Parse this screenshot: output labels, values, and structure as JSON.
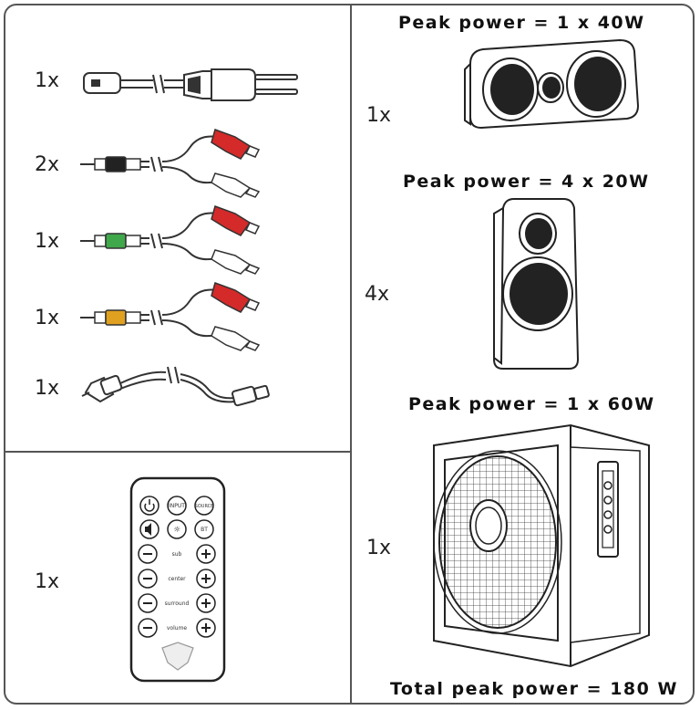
{
  "left_items": [
    {
      "qty": "1x",
      "name": "power-cable"
    },
    {
      "qty": "2x",
      "name": "rca-cable-black"
    },
    {
      "qty": "1x",
      "name": "rca-cable-green"
    },
    {
      "qty": "1x",
      "name": "rca-cable-yellow"
    },
    {
      "qty": "1x",
      "name": "optical-cable"
    }
  ],
  "remote": {
    "qty": "1x",
    "buttons": {
      "input": "INPUT",
      "source": "SOURCE",
      "bt": "BT",
      "sub": "sub",
      "center": "center",
      "surround": "surround",
      "volume": "volume"
    }
  },
  "right_items": [
    {
      "title": "Peak power = 1 x 40W",
      "qty": "1x"
    },
    {
      "title": "Peak power = 4 x 20W",
      "qty": "4x"
    },
    {
      "title": "Peak power = 1 x 60W",
      "qty": "1x"
    }
  ],
  "total": "Total peak power = 180 W",
  "colors": {
    "border": "#555555",
    "red_plug": "#d42a2a",
    "black_plug": "#222222",
    "green_plug": "#3fa84a",
    "yellow_plug": "#e0a020",
    "speaker_cone": "#222222"
  }
}
